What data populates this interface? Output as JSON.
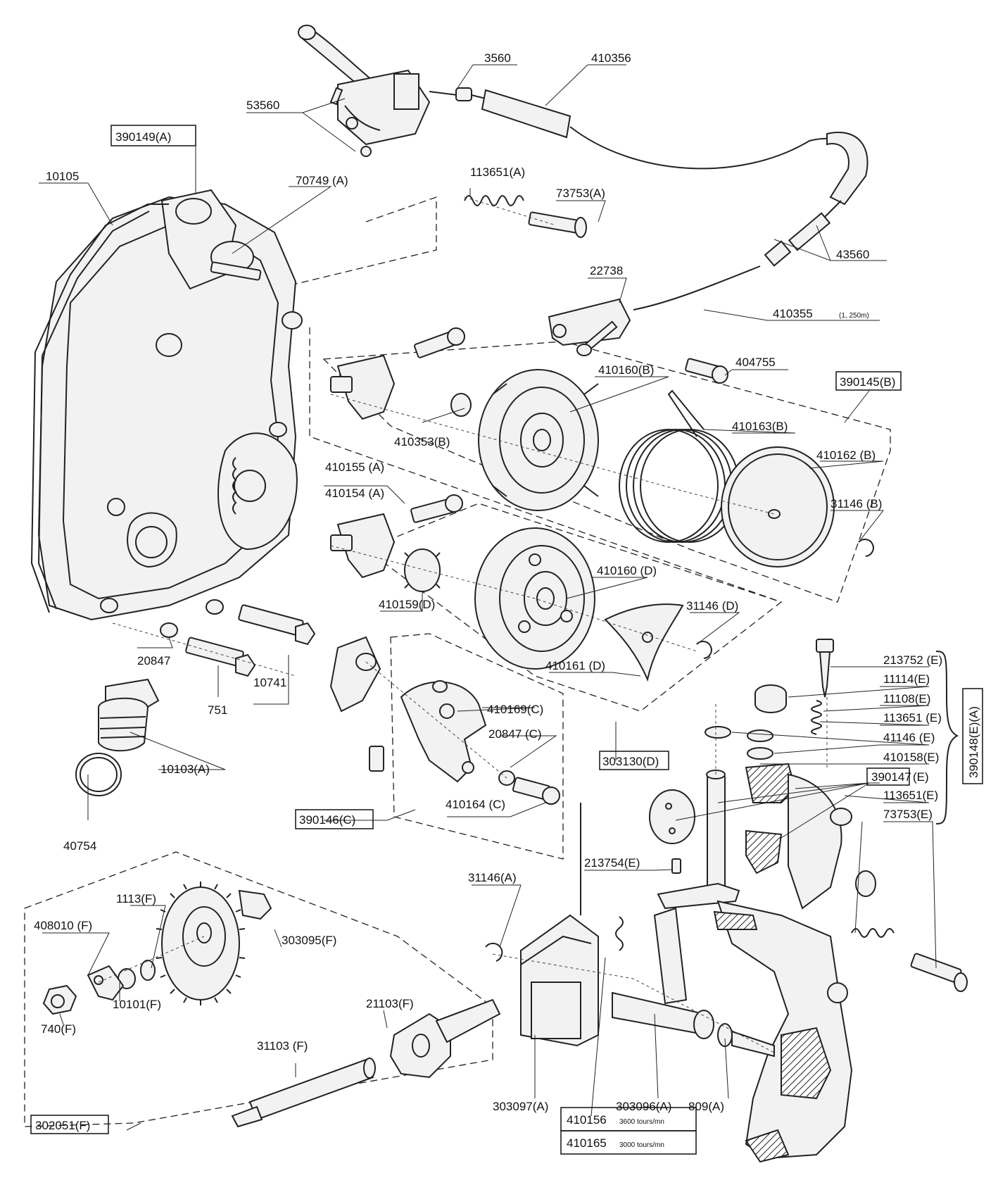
{
  "labels": {
    "l_3560": "3560",
    "l_410356": "410356",
    "l_53560": "53560",
    "l_390149A": "390149(A)",
    "l_10105": "10105",
    "l_70749A": "70749 (A)",
    "l_113651A": "113651(A)",
    "l_73753A": "73753(A)",
    "l_43560": "43560",
    "l_22738": "22738",
    "l_410355": "410355",
    "l_410355_len": "(1, 250m)",
    "l_404755": "404755",
    "l_410160B": "410160(B)",
    "l_390145B": "390145(B)",
    "l_410353B": "410353(B)",
    "l_410163B": "410163(B)",
    "l_410162B": "410162 (B)",
    "l_410155A": "410155 (A)",
    "l_410154A": "410154 (A)",
    "l_31146B": "31146 (B)",
    "l_410160D": "410160 (D)",
    "l_410159D": "410159(D)",
    "l_31146D": "31146 (D)",
    "l_410161D": "410161 (D)",
    "l_20847": "20847",
    "l_751": "751",
    "l_10741": "10741",
    "l_410169C": "410169(C)",
    "l_20847C": "20847 (C)",
    "l_410164C": "410164 (C)",
    "l_390146C": "390146(C)",
    "l_303130D": "303130(D)",
    "l_10103A": "10103(A)",
    "l_40754": "40754",
    "l_213752E": "213752 (E)",
    "l_11114E": "11114(E)",
    "l_11108E": "11108(E)",
    "l_113651E_1": "113651 (E)",
    "l_41146E": "41146 (E)",
    "l_410158E": "410158(E)",
    "l_390147E_box": "390147",
    "l_390147E_suffix": "(E)",
    "l_113651E_2": "113651(E)",
    "l_73753E": "73753(E)",
    "l_390148EA": "390148(E)(A)",
    "l_213754E": "213754(E)",
    "l_31146A": "31146(A)",
    "l_1113F": "1113(F)",
    "l_408010F": "408010 (F)",
    "l_303095F": "303095(F)",
    "l_10101F": "10101(F)",
    "l_740F": "740(F)",
    "l_21103F": "21103(F)",
    "l_31103F": "31103 (F)",
    "l_302051F": "302051(F)",
    "l_303097A": "303097(A)",
    "l_303096A": "303096(A)",
    "l_809A": "809(A)",
    "l_410156": "410156",
    "l_410156_note": "3600 tours/mn",
    "l_410165": "410165",
    "l_410165_note": "3000 tours/mn"
  }
}
